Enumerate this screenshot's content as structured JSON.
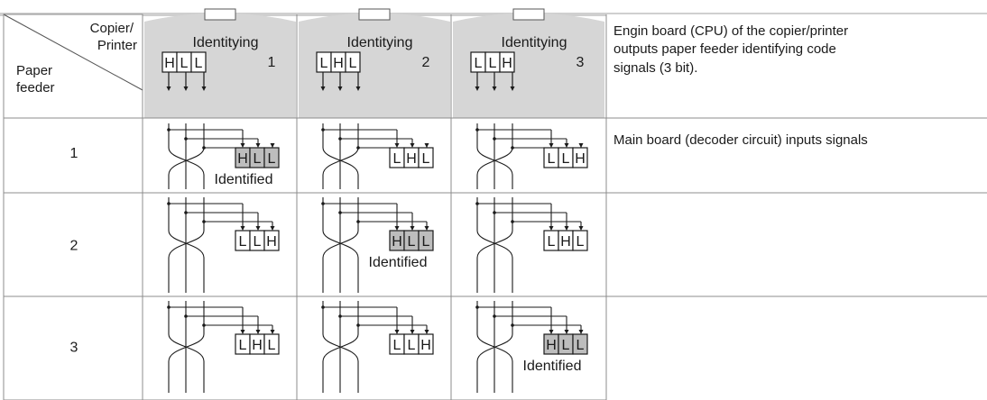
{
  "header": {
    "copier_printer_label": "Copier/\nPrinter",
    "paper_feeder_label": "Paper\nfeeder",
    "identifying_label": "Identitying",
    "description_top": [
      "Engin board (CPU) of the copier/printer",
      "outputs paper feeder identifying code",
      "signals (3 bit)."
    ],
    "description_main": "Main board (decoder circuit) inputs signals"
  },
  "columns": [
    {
      "number": "1",
      "code": [
        "H",
        "L",
        "L"
      ]
    },
    {
      "number": "2",
      "code": [
        "L",
        "H",
        "L"
      ]
    },
    {
      "number": "3",
      "code": [
        "L",
        "L",
        "H"
      ]
    }
  ],
  "rows": [
    {
      "feeder": "1",
      "cells": [
        {
          "code": [
            "H",
            "L",
            "L"
          ],
          "identified": true
        },
        {
          "code": [
            "L",
            "H",
            "L"
          ],
          "identified": false
        },
        {
          "code": [
            "L",
            "L",
            "H"
          ],
          "identified": false
        }
      ]
    },
    {
      "feeder": "2",
      "cells": [
        {
          "code": [
            "L",
            "L",
            "H"
          ],
          "identified": false
        },
        {
          "code": [
            "H",
            "L",
            "L"
          ],
          "identified": true
        },
        {
          "code": [
            "L",
            "H",
            "L"
          ],
          "identified": false
        }
      ]
    },
    {
      "feeder": "3",
      "cells": [
        {
          "code": [
            "L",
            "H",
            "L"
          ],
          "identified": false
        },
        {
          "code": [
            "L",
            "L",
            "H"
          ],
          "identified": false
        },
        {
          "code": [
            "H",
            "L",
            "L"
          ],
          "identified": true
        }
      ]
    }
  ],
  "identified_label": "Identified",
  "colors": {
    "header_bg": "#d6d6d6",
    "identified_fill": "#bdbdbd",
    "line": "#1a1a1a",
    "grid": "#8c8c8c"
  }
}
